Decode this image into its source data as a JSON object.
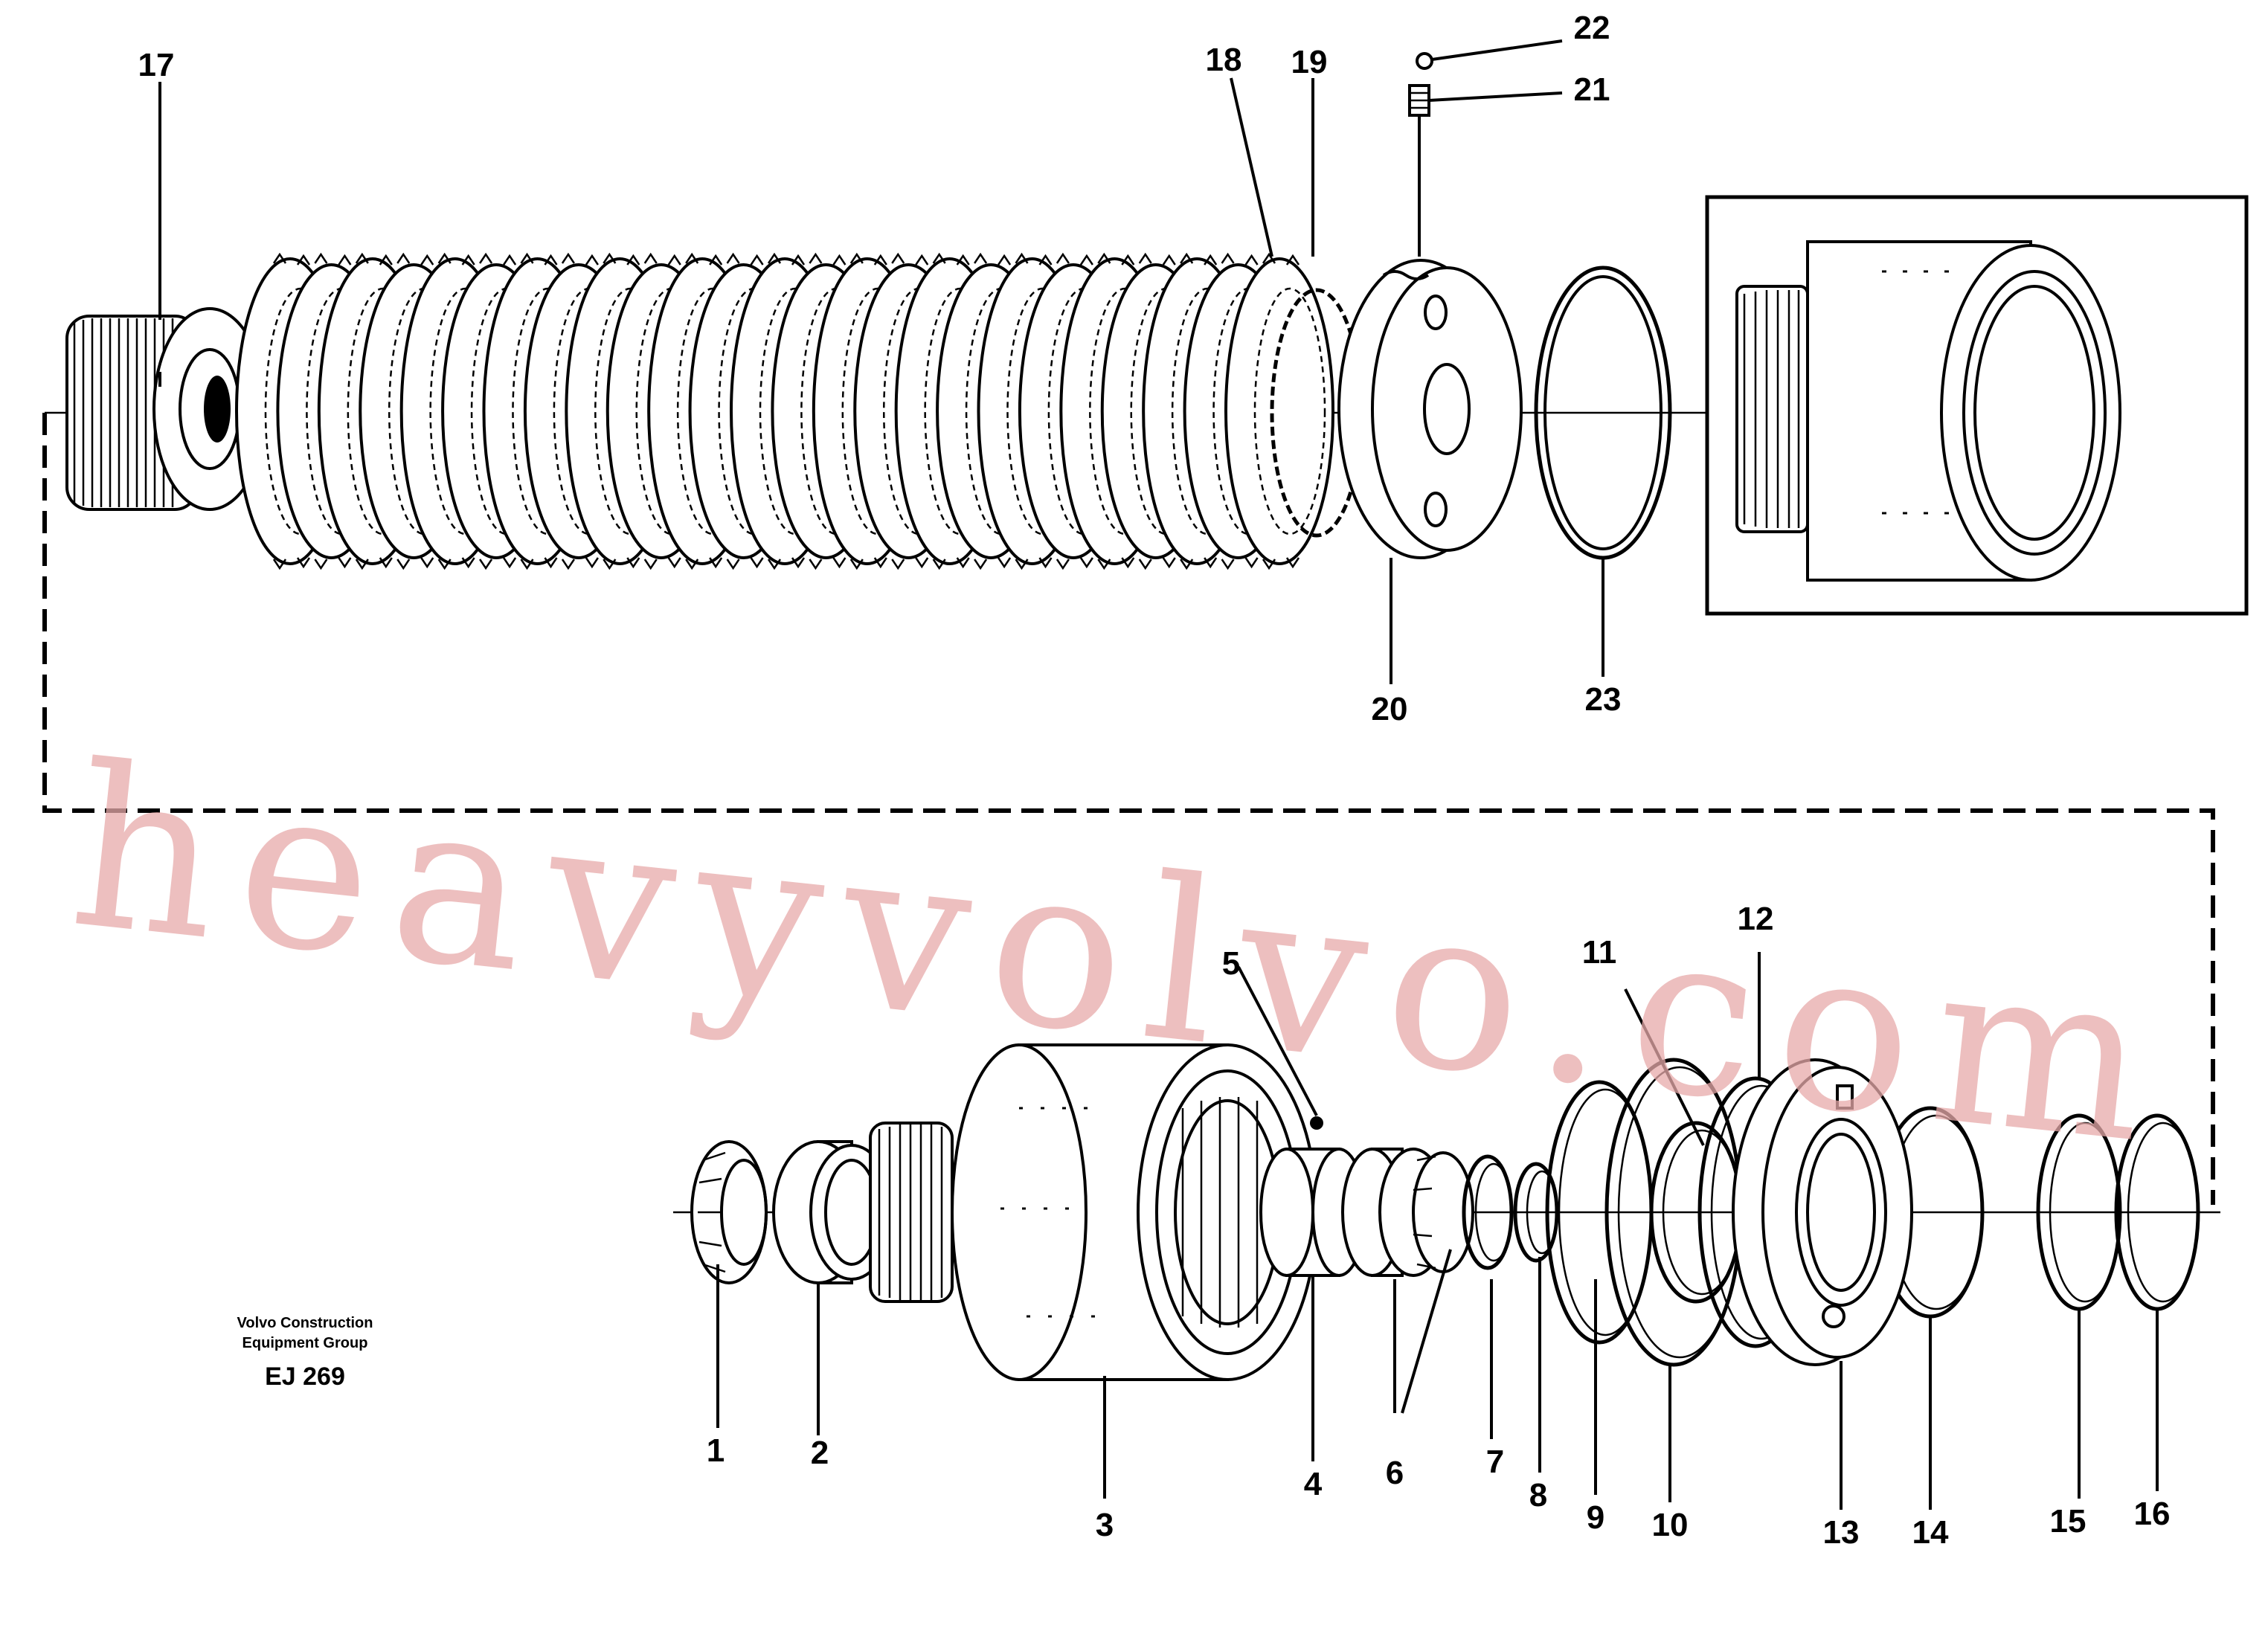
{
  "caption": {
    "line1": "Volvo Construction",
    "line2": "Equipment Group",
    "code": "EJ 269"
  },
  "watermark": "heavyvolvo.com",
  "callouts": [
    "1",
    "2",
    "3",
    "4",
    "5",
    "6",
    "7",
    "8",
    "9",
    "10",
    "11",
    "12",
    "13",
    "14",
    "15",
    "16",
    "17",
    "18",
    "19",
    "20",
    "21",
    "22",
    "23"
  ]
}
